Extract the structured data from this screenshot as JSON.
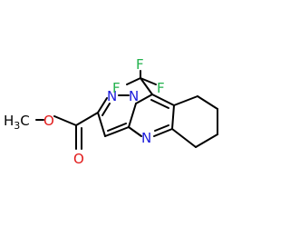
{
  "molecule": {
    "atoms": {
      "ester_methyl": "H3C",
      "ester_ether_oxygen": "O",
      "ester_carbonyl_oxygen": "O",
      "ring_n_bridge": "N",
      "ring_n_pyrazole": "N",
      "ring_n_pyrimidine": "N",
      "fluorine_top": "F",
      "fluorine_left": "F",
      "fluorine_right": "F"
    }
  },
  "colors": {
    "carbon": "#000000",
    "nitrogen": "#1a1adb",
    "oxygen": "#e11919",
    "fluorine": "#22b14c"
  }
}
